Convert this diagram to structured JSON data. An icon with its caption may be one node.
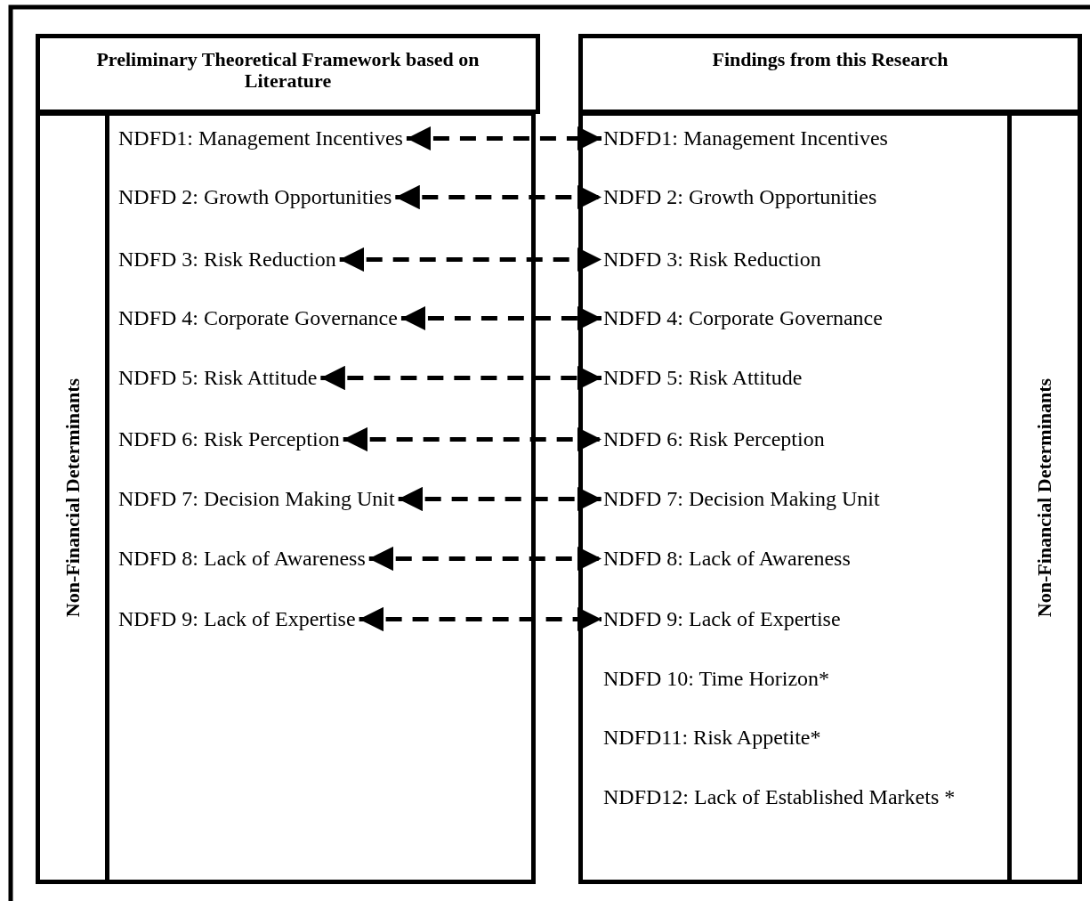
{
  "diagram": {
    "nodes": [
      {
        "text": [
          "Preliminary Theoretical Framework based on Literature"
        ]
      },
      {
        "text": [],
        "shape": "box"
      },
      {
        "text": [
          "Non-Financial Determinants"
        ],
        "in": 1
      },
      {
        "text": [
          "NDFD1: Management Incentives"
        ],
        "in": 1
      },
      {
        "text": [
          "NDFD 2: Growth Opportunities"
        ],
        "in": 1
      },
      {
        "text": [
          "NDFD 3: Risk Reduction"
        ],
        "in": 1
      },
      {
        "text": [
          "NDFD 4: Corporate Governance"
        ],
        "in": 1
      },
      {
        "text": [
          "NDFD 5: Risk Attitude"
        ],
        "in": 1
      },
      {
        "text": [
          "NDFD 6: Risk Perception"
        ],
        "in": 1
      },
      {
        "text": [
          "NDFD 7: Decision Making Unit"
        ],
        "in": 1
      },
      {
        "text": [
          "NDFD 8: Lack of Awareness"
        ],
        "in": 1
      },
      {
        "text": [
          "NDFD 9: Lack of Expertise"
        ],
        "in": 1
      },
      {
        "text": [
          "Findings from this Research"
        ]
      },
      {
        "text": [],
        "shape": "box"
      },
      {
        "text": [
          "NDFD1: Management Incentives"
        ],
        "in": 13
      },
      {
        "text": [
          "NDFD 2: Growth Opportunities"
        ],
        "in": 13
      },
      {
        "text": [
          "NDFD 3: Risk Reduction"
        ],
        "in": 13
      },
      {
        "text": [
          "NDFD 4: Corporate Governance"
        ],
        "in": 13
      },
      {
        "text": [
          "NDFD 5: Risk Attitude"
        ],
        "in": 13
      },
      {
        "text": [
          "NDFD 6: Risk Perception"
        ],
        "in": 13
      },
      {
        "text": [
          "NDFD 7: Decision Making Unit"
        ],
        "in": 13
      },
      {
        "text": [
          "NDFD 8: Lack of Awareness"
        ],
        "in": 13
      },
      {
        "text": [
          "NDFD 9: Lack of Expertise"
        ],
        "in": 13
      },
      {
        "text": [
          "NDFD 10: Time Horizon*"
        ],
        "in": 13
      },
      {
        "text": [
          "NDFD11: Risk Appetite*"
        ],
        "in": 13
      },
      {
        "text": [
          "NDFD12: Lack of Established Markets *"
        ],
        "in": 13
      },
      {
        "text": [
          "Non-Financial Determinants"
        ],
        "in": 13
      }
    ],
    "edges": [
      {
        "from": 3,
        "to": 14,
        "arrow": "both",
        "style": "dashed"
      },
      {
        "from": 4,
        "to": 15,
        "arrow": "both",
        "style": "dashed"
      },
      {
        "from": 5,
        "to": 16,
        "arrow": "both",
        "style": "dashed"
      },
      {
        "from": 6,
        "to": 17,
        "arrow": "both",
        "style": "dashed"
      },
      {
        "from": 7,
        "to": 18,
        "arrow": "both",
        "style": "dashed"
      },
      {
        "from": 8,
        "to": 19,
        "arrow": "both",
        "style": "dashed"
      },
      {
        "from": 9,
        "to": 20,
        "arrow": "both",
        "style": "dashed"
      },
      {
        "from": 10,
        "to": 21,
        "arrow": "both",
        "style": "dashed"
      },
      {
        "from": 11,
        "to": 22,
        "arrow": "both",
        "style": "dashed"
      }
    ]
  }
}
